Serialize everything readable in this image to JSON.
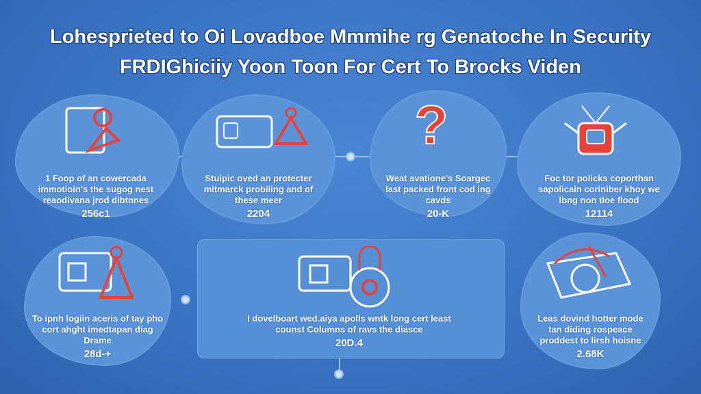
{
  "title": {
    "line1": "Lohesprieted to Oi Lovadboe Mmmihe rg Genatoche In Security",
    "line2": "FRDIGhiciiy Yoon Toon For Cert To Brocks Viden"
  },
  "cards": [
    {
      "text": "1 Foop of an cowercada immotioin's the sugog nest reaodivana jrod dibtnnes",
      "value": "256c1",
      "icon": "person-lock-icon"
    },
    {
      "text": "Stuipic oved an protecter mitmarck probiling and of these meer",
      "value": "2204",
      "icon": "padlock-tag-icon"
    },
    {
      "text": "Weat avatione's Soargec last packed front cod ing cavds",
      "value": "20-K",
      "icon": "question-mark-icon"
    },
    {
      "text": "Foc tor policks coporthan sapolicain coriniber khoy we lbng non tloe flood",
      "value": "12114",
      "icon": "robot-icon"
    },
    {
      "text": "To ipnh logiin aceris of tay pho cort ahght imedtapan diag Drame",
      "value": "28d-+",
      "icon": "cup-lock-icon"
    },
    {
      "text": "I dovelboart wed.aiya apolls wntk long cert least counst Columns of ravs the diasce",
      "value": "20D.4",
      "icon": "cup-padlock-icon"
    },
    {
      "text": "Leas dovind hotter mode tan diding rospeace proddest to lirsh hoisne",
      "value": "2.68K",
      "icon": "network-device-icon"
    }
  ],
  "colors": {
    "background": "#3a72c2",
    "panel": "#5a93d8",
    "accent": "#e8413a"
  }
}
